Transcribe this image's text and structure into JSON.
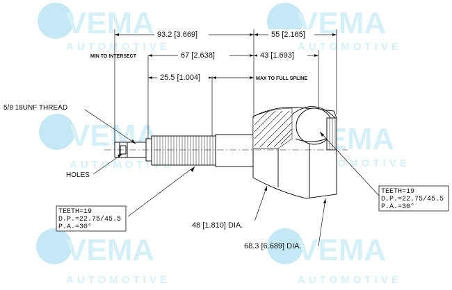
{
  "watermark": {
    "brand": "VEMA",
    "sub": "AUTOMOTIVE",
    "color": "#d6f0f7",
    "logo_color": "#c5e9f4"
  },
  "dimensions": {
    "d1": "93.2 [3.669]",
    "d2": "55 [2.165]",
    "d3_note": "MIN TO INTERSECT",
    "d3": "67 [2.638]",
    "d4": "43 [1.693]",
    "d5": "25.5 [1.004]",
    "d5_note": "MAX TO FULL SPLINE",
    "dia_small": "48 [1.810] DIA.",
    "dia_large": "68.3 [6.689] DIA."
  },
  "callouts": {
    "thread": "5/8 18UNF THREAD",
    "holes": "HOLES"
  },
  "spline_left": {
    "teeth": "TEETH=19",
    "dp": "D.P.=22.75/45.5",
    "pa": "P.A.=30°"
  },
  "spline_right": {
    "teeth": "TEETH=19",
    "dp": "D.P.=22.75/45.5",
    "pa": "P.A.=30°"
  }
}
